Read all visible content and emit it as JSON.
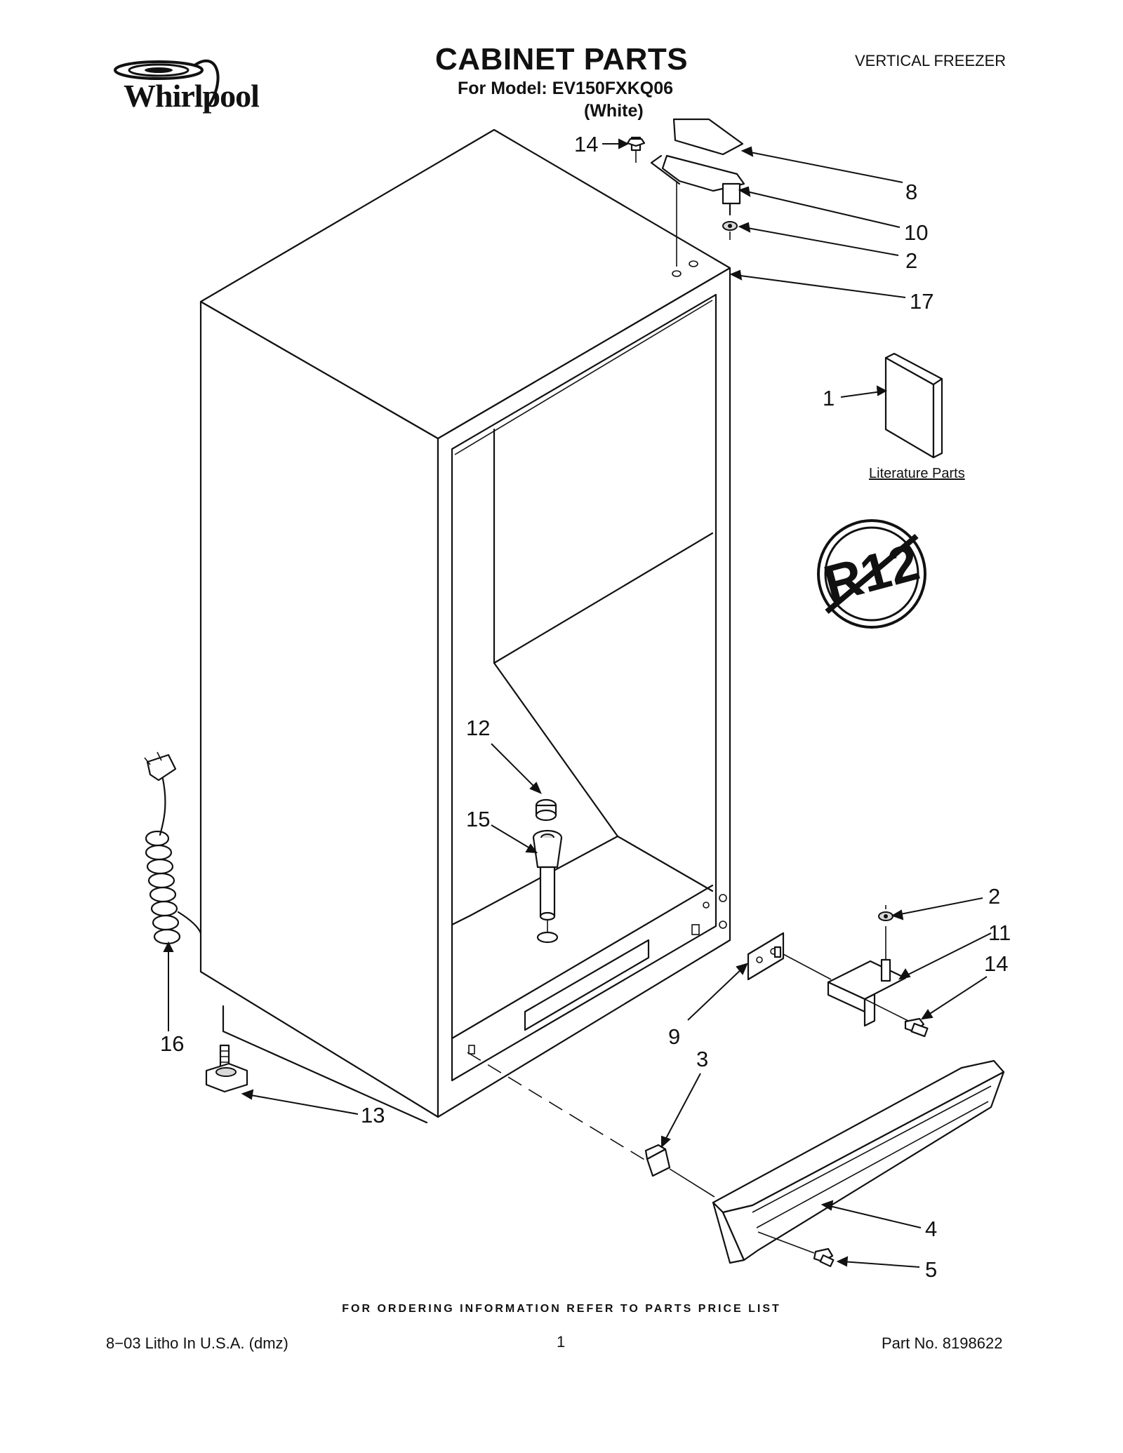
{
  "header": {
    "brand": "Whirlpool",
    "title": "CABINET PARTS",
    "model_line": "For Model: EV150FXKQ06",
    "variant": "(White)",
    "category": "VERTICAL FREEZER"
  },
  "literature_label": "Literature Parts",
  "badge_text": "R12",
  "callouts": [
    "14",
    "8",
    "10",
    "2",
    "17",
    "1",
    "12",
    "15",
    "2",
    "11",
    "14",
    "16",
    "9",
    "3",
    "13",
    "4",
    "5"
  ],
  "footer": {
    "ordering_note": "FOR ORDERING INFORMATION REFER TO PARTS PRICE LIST",
    "litho": "8−03 Litho In U.S.A. (dmz)",
    "page_number": "1",
    "part_number": "Part No. 8198622"
  }
}
